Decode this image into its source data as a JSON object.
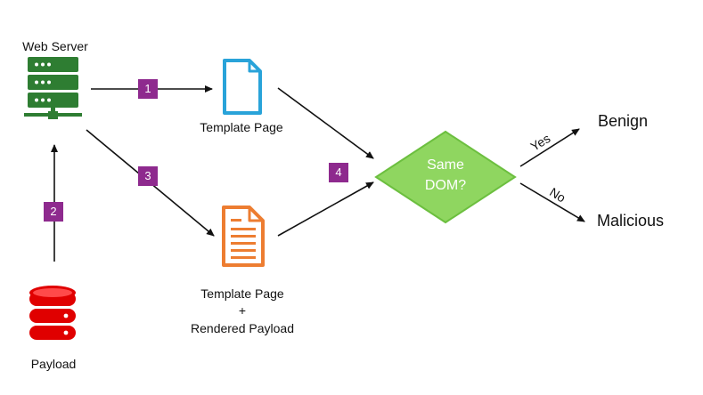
{
  "nodes": {
    "web_server": "Web Server",
    "template_page": "Template Page",
    "template_rendered_line1": "Template Page",
    "template_rendered_plus": "+",
    "template_rendered_line2": "Rendered Payload",
    "payload": "Payload",
    "decision_line1": "Same",
    "decision_line2": "DOM?",
    "benign": "Benign",
    "malicious": "Malicious"
  },
  "edges": {
    "yes": "Yes",
    "no": "No"
  },
  "steps": [
    "1",
    "2",
    "3",
    "4"
  ],
  "colors": {
    "server": "#2e7d32",
    "doc_blue": "#29a3d9",
    "doc_orange": "#ed7d31",
    "database": "#e00000",
    "badge": "#8e2a8e",
    "decision_fill": "#8fd660",
    "decision_stroke": "#6cbf3f"
  },
  "icons": [
    "server-icon",
    "document-icon",
    "document-lines-icon",
    "database-icon"
  ]
}
